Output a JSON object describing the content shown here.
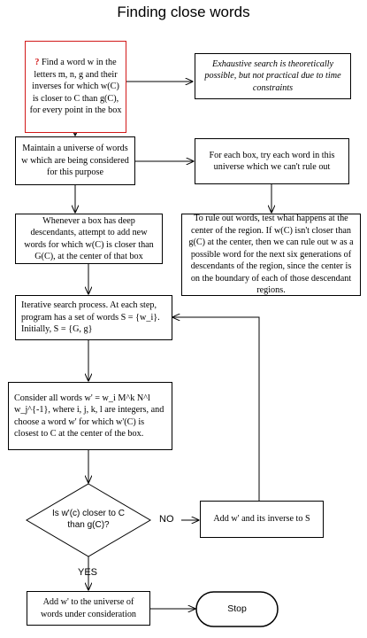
{
  "title": "Finding close words",
  "nodes": {
    "find_word": {
      "marker": "?",
      "text": "Find a word w in the letters m, n, g and their inverses for which w(C) is closer to C than g(C), for every point in the box"
    },
    "exhaustive_note": "Exhaustive search is theoretically possible, but not practical due to time constraints",
    "maintain_universe": "Maintain a universe of words w which are being considered for this purpose",
    "each_box": "For each box, try each word in this universe which we can't rule out",
    "deep_descendants": "Whenever a box has deep descendants, attempt to add new words for which w(C) is closer than G(C), at the center of that box",
    "rule_out": "To rule out words, test what happens at the center of the region.  If w(C) isn't closer than g(C) at the center, then we can rule out w as a possible word for the next six generations of descendants of the region, since the center is on the boundary of each of those descendant regions.",
    "iterative": "Iterative search process. At each step, program has a set of words S = {w_i}.  Initially, S = {G, g}",
    "consider": "Consider all words w' = w_i M^k N^l w_j^{-1}, where i, j, k, l are integers, and choose a word w' for which w'(C) is closest to C at the center of the box.",
    "decision": "Is w'(c) closer to C than g(C)?",
    "add_to_S": "Add w' and its inverse to S",
    "add_universe": "Add w' to the universe of words under consideration",
    "stop": "Stop"
  },
  "labels": {
    "no": "NO",
    "yes": "YES"
  },
  "colors": {
    "highlight_border": "#d21a1a",
    "line": "#000000"
  }
}
